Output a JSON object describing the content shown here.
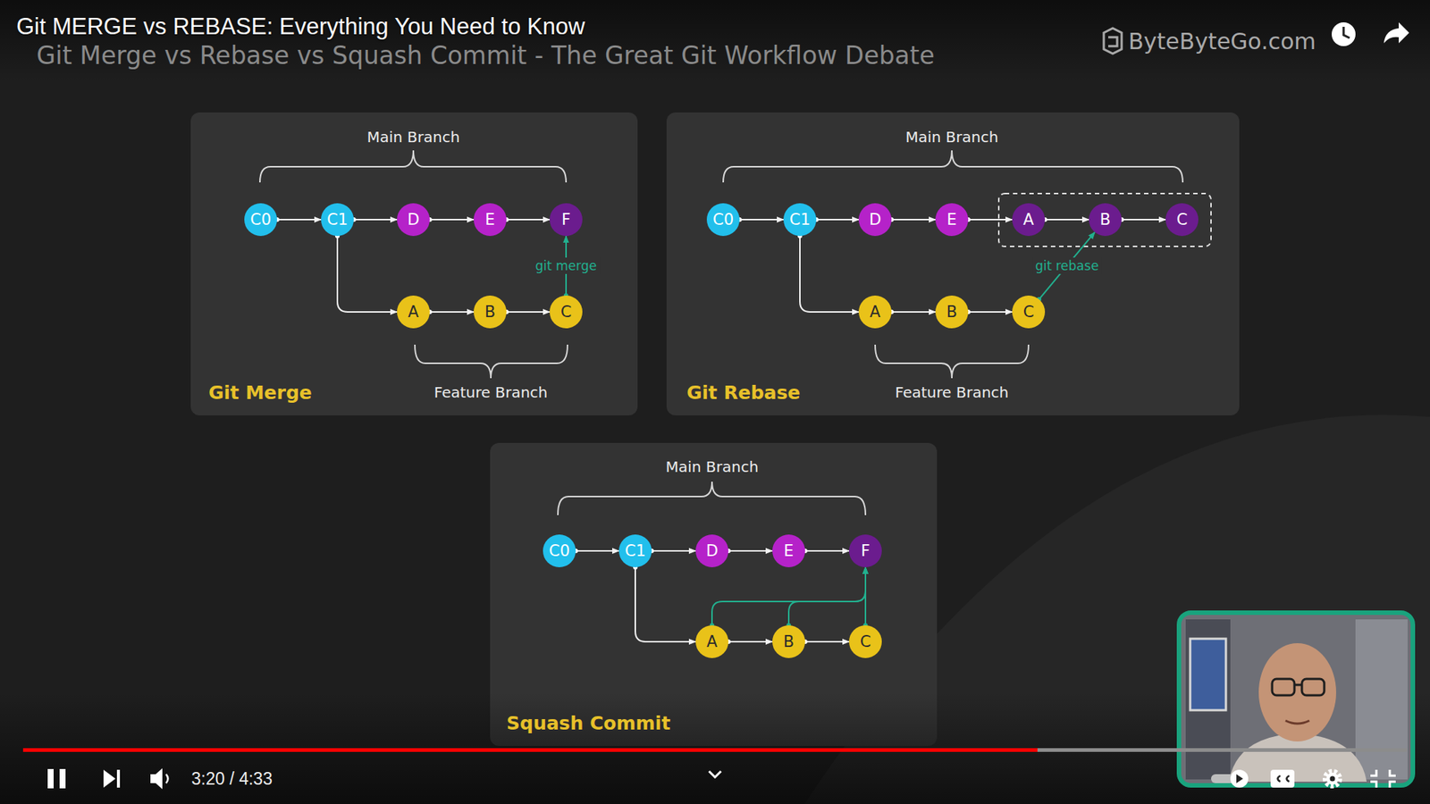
{
  "diagram": {
    "title": "Git Merge vs Rebase vs Squash Commit - The Great Git Workflow Debate",
    "nodes": [
      {
        "text": [
          "Main Branch",
          "Feature Branch",
          "Git Merge"
        ]
      },
      {
        "text": [
          "C0"
        ],
        "in": 0
      },
      {
        "text": [
          "C1"
        ],
        "in": 0
      },
      {
        "text": [
          "D"
        ],
        "in": 0
      },
      {
        "text": [
          "E"
        ],
        "in": 0
      },
      {
        "text": [
          "F"
        ],
        "in": 0
      },
      {
        "text": [
          "A"
        ],
        "in": 0
      },
      {
        "text": [
          "B"
        ],
        "in": 0
      },
      {
        "text": [
          "C"
        ],
        "in": 0
      },
      {
        "text": [
          "Main Branch",
          "Feature Branch",
          "Git Rebase"
        ]
      },
      {
        "text": [
          "C0"
        ],
        "in": 9
      },
      {
        "text": [
          "C1"
        ],
        "in": 9
      },
      {
        "text": [
          "D"
        ],
        "in": 9
      },
      {
        "text": [
          "E"
        ],
        "in": 9
      },
      {
        "text": [
          "A"
        ],
        "in": 9
      },
      {
        "text": [
          "B"
        ],
        "in": 9
      },
      {
        "text": [
          "C"
        ],
        "in": 9
      },
      {
        "text": [
          "A"
        ],
        "in": 9
      },
      {
        "text": [
          "B"
        ],
        "in": 9
      },
      {
        "text": [
          "C"
        ],
        "in": 9
      },
      {
        "text": [
          "Main Branch",
          "Squash Commit"
        ]
      },
      {
        "text": [
          "C0"
        ],
        "in": 20
      },
      {
        "text": [
          "C1"
        ],
        "in": 20
      },
      {
        "text": [
          "D"
        ],
        "in": 20
      },
      {
        "text": [
          "E"
        ],
        "in": 20
      },
      {
        "text": [
          "F"
        ],
        "in": 20
      },
      {
        "text": [
          "A"
        ],
        "in": 20
      },
      {
        "text": [
          "B"
        ],
        "in": 20
      },
      {
        "text": [
          "C"
        ],
        "in": 20
      }
    ],
    "edges": [
      {
        "from": 1,
        "to": 2,
        "arrow": "to"
      },
      {
        "from": 2,
        "to": 3,
        "arrow": "to"
      },
      {
        "from": 3,
        "to": 4,
        "arrow": "to"
      },
      {
        "from": 4,
        "to": 5,
        "arrow": "to"
      },
      {
        "from": 2,
        "to": 6,
        "arrow": "to"
      },
      {
        "from": 6,
        "to": 7,
        "arrow": "to"
      },
      {
        "from": 7,
        "to": 8,
        "arrow": "to"
      },
      {
        "from": 8,
        "to": 5,
        "label": "git merge",
        "arrow": "to"
      },
      {
        "from": 10,
        "to": 11,
        "arrow": "to"
      },
      {
        "from": 11,
        "to": 12,
        "arrow": "to"
      },
      {
        "from": 12,
        "to": 13,
        "arrow": "to"
      },
      {
        "from": 13,
        "to": 14,
        "arrow": "to"
      },
      {
        "from": 14,
        "to": 15,
        "arrow": "to"
      },
      {
        "from": 15,
        "to": 16,
        "arrow": "to"
      },
      {
        "from": 11,
        "to": 17,
        "arrow": "to"
      },
      {
        "from": 17,
        "to": 18,
        "arrow": "to"
      },
      {
        "from": 18,
        "to": 19,
        "arrow": "to"
      },
      {
        "from": 19,
        "to": 15,
        "label": "git rebase",
        "arrow": "to"
      },
      {
        "from": 21,
        "to": 22,
        "arrow": "to"
      },
      {
        "from": 22,
        "to": 23,
        "arrow": "to"
      },
      {
        "from": 23,
        "to": 24,
        "arrow": "to"
      },
      {
        "from": 24,
        "to": 25,
        "arrow": "to"
      },
      {
        "from": 22,
        "to": 26,
        "arrow": "to"
      },
      {
        "from": 26,
        "to": 27,
        "arrow": "to"
      },
      {
        "from": 27,
        "to": 28,
        "arrow": "to"
      },
      {
        "from": 26,
        "to": 25,
        "arrow": "to"
      },
      {
        "from": 27,
        "to": 25,
        "arrow": "to"
      },
      {
        "from": 28,
        "to": 25,
        "arrow": "to"
      }
    ],
    "labels": [
      "Git MERGE vs REBASE: Everything You Need to Know",
      "ByteByteGo.com",
      "3:20 / 4:33"
    ]
  }
}
